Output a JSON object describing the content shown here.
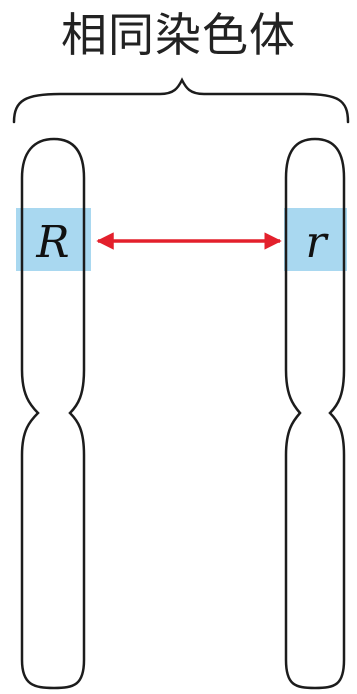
{
  "diagram": {
    "title": "相同染色体",
    "left_chromosome": {
      "gene_label": "R"
    },
    "right_chromosome": {
      "gene_label": "r"
    },
    "colors": {
      "outline": "#1c1c1c",
      "gene_band": "#a9d8f0",
      "arrow": "#e3202c",
      "text": "#222222"
    }
  }
}
